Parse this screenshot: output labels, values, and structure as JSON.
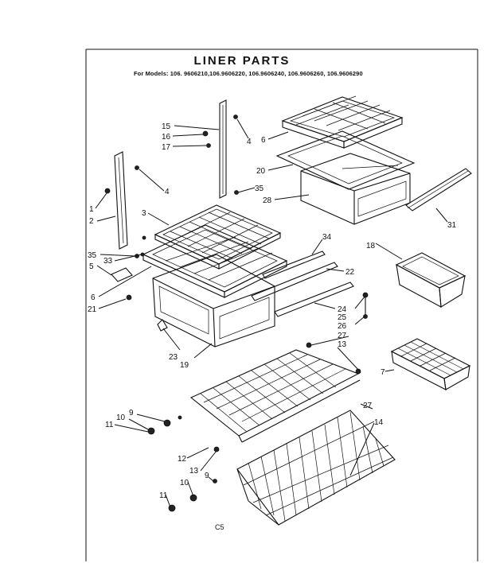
{
  "header": {
    "title": "LINER PARTS",
    "models": "For Models: 106. 9606210,106.9606220, 106.9606240, 106.9606260, 106.9606290"
  },
  "footer": {
    "code": "C5"
  },
  "callouts": [
    {
      "id": "c1",
      "label": "1"
    },
    {
      "id": "c2",
      "label": "2"
    },
    {
      "id": "c3",
      "label": "3"
    },
    {
      "id": "c4a",
      "label": "4"
    },
    {
      "id": "c4b",
      "label": "4"
    },
    {
      "id": "c5",
      "label": "5"
    },
    {
      "id": "c6a",
      "label": "6"
    },
    {
      "id": "c6b",
      "label": "6"
    },
    {
      "id": "c7",
      "label": "7"
    },
    {
      "id": "c9a",
      "label": "9"
    },
    {
      "id": "c9b",
      "label": "9"
    },
    {
      "id": "c10a",
      "label": "10"
    },
    {
      "id": "c10b",
      "label": "10"
    },
    {
      "id": "c11a",
      "label": "11"
    },
    {
      "id": "c11b",
      "label": "11"
    },
    {
      "id": "c12",
      "label": "12"
    },
    {
      "id": "c13a",
      "label": "13"
    },
    {
      "id": "c13b",
      "label": "13"
    },
    {
      "id": "c14",
      "label": "14"
    },
    {
      "id": "c15",
      "label": "15"
    },
    {
      "id": "c16",
      "label": "16"
    },
    {
      "id": "c17",
      "label": "17"
    },
    {
      "id": "c18",
      "label": "18"
    },
    {
      "id": "c19",
      "label": "19"
    },
    {
      "id": "c20",
      "label": "20"
    },
    {
      "id": "c21",
      "label": "21"
    },
    {
      "id": "c22",
      "label": "22"
    },
    {
      "id": "c23",
      "label": "23"
    },
    {
      "id": "c24",
      "label": "24"
    },
    {
      "id": "c25",
      "label": "25"
    },
    {
      "id": "c26",
      "label": "26"
    },
    {
      "id": "c27a",
      "label": "27"
    },
    {
      "id": "c27b",
      "label": "27"
    },
    {
      "id": "c28",
      "label": "28"
    },
    {
      "id": "c31",
      "label": "31"
    },
    {
      "id": "c33",
      "label": "33"
    },
    {
      "id": "c34",
      "label": "34"
    },
    {
      "id": "c35a",
      "label": "35"
    },
    {
      "id": "c35b",
      "label": "35"
    }
  ]
}
